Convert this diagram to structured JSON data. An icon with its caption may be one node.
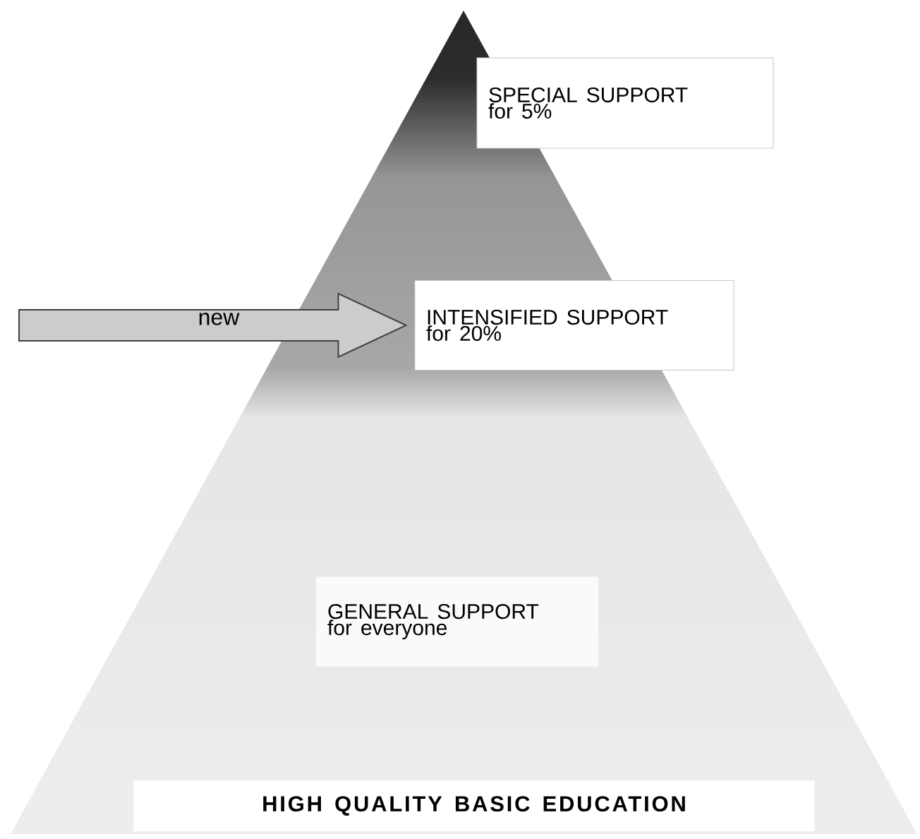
{
  "diagram": {
    "nodes": [
      {
        "text": [],
        "shape": "triangle"
      },
      {
        "text": [
          "SPECIAL SUPPORT",
          "for 5%"
        ],
        "in": 0
      },
      {
        "text": [
          "INTENSIFIED SUPPORT",
          "for 20%"
        ],
        "in": 0
      },
      {
        "text": [
          "GENERAL SUPPORT",
          "for everyone"
        ],
        "in": 0
      },
      {
        "text": [
          "HIGH QUALITY BASIC EDUCATION"
        ],
        "in": 0
      }
    ],
    "edges": [
      {
        "from": null,
        "to": 2,
        "arrow": "to",
        "label": "new"
      }
    ]
  }
}
